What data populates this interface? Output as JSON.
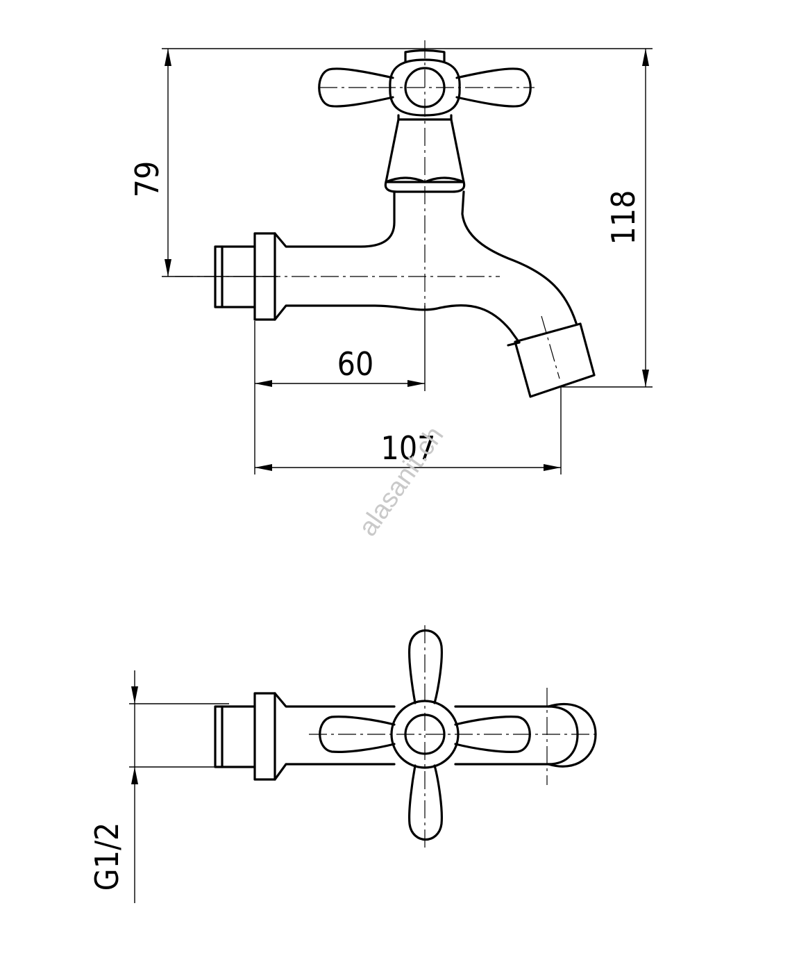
{
  "dimensions": {
    "height_to_axis": "79",
    "total_height": "118",
    "axis_offset": "60",
    "total_length": "107",
    "thread": "G1/2"
  },
  "watermark": "alasanit.ch",
  "colors": {
    "line": "#000000",
    "watermark": "#c9c9c9"
  }
}
